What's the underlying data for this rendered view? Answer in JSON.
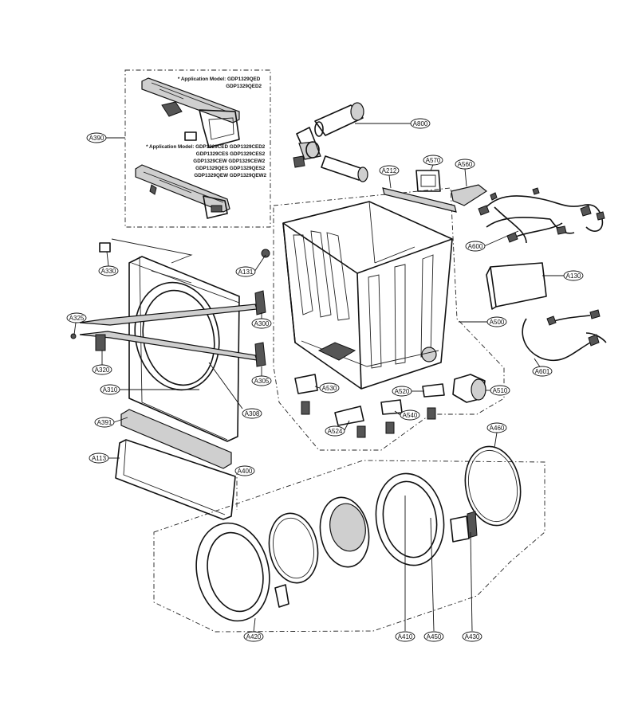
{
  "diagram": {
    "notes": [
      {
        "id": "note-1",
        "lines": [
          "* Application Model: GDP1329QED",
          "GDP1329QED2"
        ]
      },
      {
        "id": "note-2",
        "lines": [
          "* Application Model: GDP1329CED GDP1329CED2",
          "GDP1329CES GDP1329CES2",
          "GDP1329CEW GDP1329CEW2",
          "GDP1329QES GDP1329QES2",
          "GDP1329QEW GDP1329QEW2"
        ]
      }
    ],
    "callouts": [
      {
        "id": "A390",
        "label": "A390"
      },
      {
        "id": "A800",
        "label": "A800"
      },
      {
        "id": "A570",
        "label": "A570"
      },
      {
        "id": "A560",
        "label": "A560"
      },
      {
        "id": "A212",
        "label": "A212"
      },
      {
        "id": "A600",
        "label": "A600"
      },
      {
        "id": "A330",
        "label": "A330"
      },
      {
        "id": "A131",
        "label": "A131"
      },
      {
        "id": "A130",
        "label": "A130"
      },
      {
        "id": "A325",
        "label": "A325"
      },
      {
        "id": "A300",
        "label": "A300"
      },
      {
        "id": "A500",
        "label": "A500"
      },
      {
        "id": "A601",
        "label": "A601"
      },
      {
        "id": "A320",
        "label": "A320"
      },
      {
        "id": "A305",
        "label": "A305"
      },
      {
        "id": "A530",
        "label": "A530"
      },
      {
        "id": "A310",
        "label": "A310"
      },
      {
        "id": "A520",
        "label": "A520"
      },
      {
        "id": "A510",
        "label": "A510"
      },
      {
        "id": "A308",
        "label": "A308"
      },
      {
        "id": "A540",
        "label": "A540"
      },
      {
        "id": "A391",
        "label": "A391"
      },
      {
        "id": "A524",
        "label": "A524"
      },
      {
        "id": "A460",
        "label": "A460"
      },
      {
        "id": "A113",
        "label": "A113"
      },
      {
        "id": "A400",
        "label": "A400"
      },
      {
        "id": "A420",
        "label": "A420"
      },
      {
        "id": "A410",
        "label": "A410"
      },
      {
        "id": "A450",
        "label": "A450"
      },
      {
        "id": "A430",
        "label": "A430"
      }
    ]
  }
}
